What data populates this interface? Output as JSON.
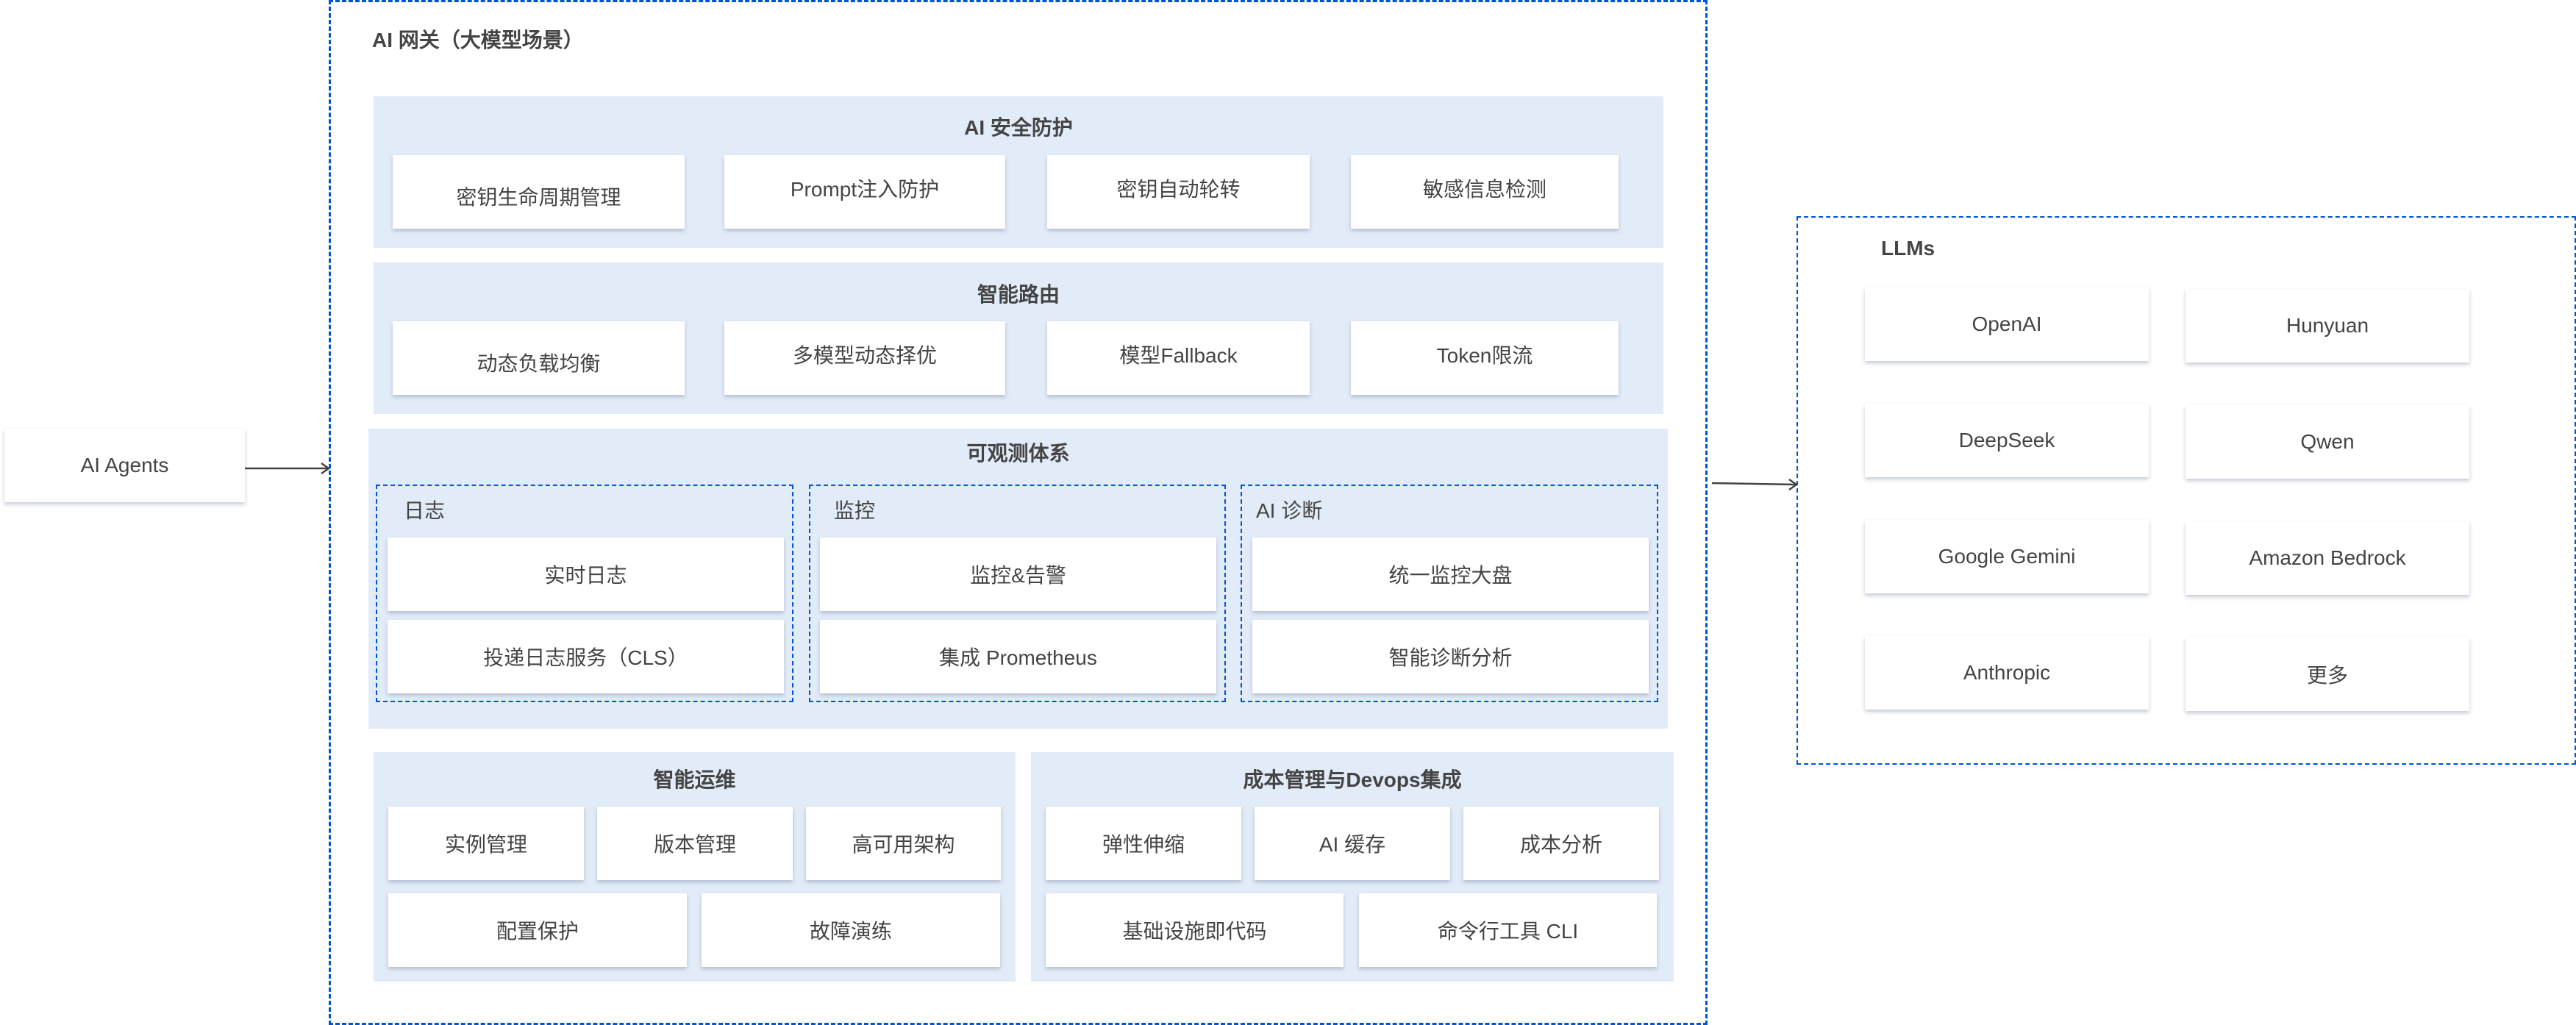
{
  "agents": {
    "label": "AI Agents"
  },
  "gateway": {
    "title": "AI 网关（大模型场景）",
    "security": {
      "title": "AI 安全防护",
      "items": [
        "密钥生命周期管理",
        "Prompt注入防护",
        "密钥自动轮转",
        "敏感信息检测"
      ]
    },
    "routing": {
      "title": "智能路由",
      "items": [
        "动态负载均衡",
        "多模型动态择优",
        "模型Fallback",
        "Token限流"
      ]
    },
    "observability": {
      "title": "可观测体系",
      "groups": [
        {
          "label": "日志",
          "items": [
            "实时日志",
            "投递日志服务（CLS）"
          ]
        },
        {
          "label": "监控",
          "items": [
            "监控&告警",
            "集成 Prometheus"
          ]
        },
        {
          "label": "AI 诊断",
          "items": [
            "统一监控大盘",
            "智能诊断分析"
          ]
        }
      ]
    },
    "ops": {
      "title": "智能运维",
      "items": [
        "实例管理",
        "版本管理",
        "高可用架构",
        "配置保护",
        "故障演练"
      ]
    },
    "cost": {
      "title": "成本管理与Devops集成",
      "items": [
        "弹性伸缩",
        "AI 缓存",
        "成本分析",
        "基础设施即代码",
        "命令行工具 CLI"
      ]
    }
  },
  "llms": {
    "title": "LLMs",
    "items": [
      "OpenAI",
      "Hunyuan",
      "DeepSeek",
      "Qwen",
      "Google Gemini",
      "Amazon Bedrock",
      "Anthropic",
      "更多"
    ]
  },
  "colors": {
    "dashed_border": "#0052D9",
    "section_bg": "#E2EBF8",
    "text": "#444444",
    "arrow": "#444444"
  }
}
